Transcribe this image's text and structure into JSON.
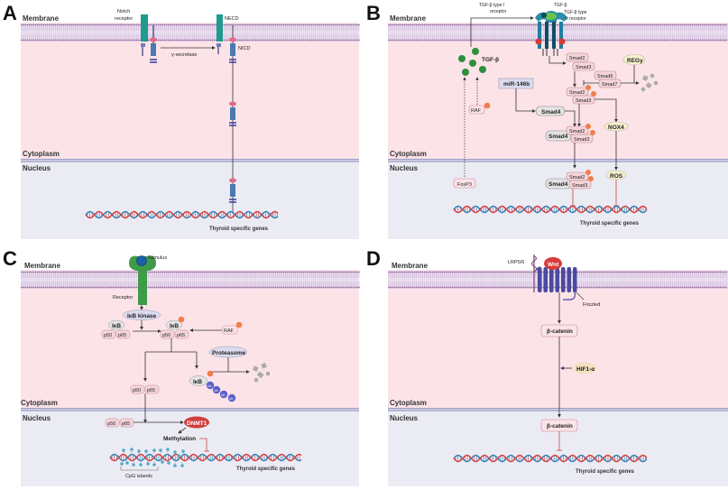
{
  "figure": {
    "panels": [
      {
        "id": "A",
        "title": "Notch signaling",
        "regions": {
          "membrane": "Membrane",
          "cytoplasm": "Cytoplasm",
          "nucleus": "Nucleus"
        },
        "labels": {
          "notch_receptor_1": "Notch",
          "notch_receptor_2": "receptor",
          "gamma_secretase": "γ-secretase",
          "necd": "NECD",
          "nicd": "NICD",
          "genes": "Thyroid specific genes"
        }
      },
      {
        "id": "B",
        "title": "TGF-β signaling",
        "regions": {
          "membrane": "Membrane",
          "cytoplasm": "Cytoplasm",
          "nucleus": "Nucleus"
        },
        "labels": {
          "tgfb_type1_1": "TGF-β type I",
          "tgfb_type1_2": "receptor",
          "tgfb_top": "TGF-β",
          "tgfb_type2_1": "TGF-β type",
          "tgfb_type2_2": "II receptor",
          "tgfb_ligand": "TGF-β",
          "smad2": "Smad2",
          "smad3": "Smad3",
          "smad6": "Smad6",
          "smad7": "Smad7",
          "smad4": "Smad4",
          "regy": "REGγ",
          "mir146b": "miR-146b",
          "raf": "RAF",
          "nox4": "NOX4",
          "ros": "ROS",
          "foxp3": "FoxP3",
          "phospho": "P",
          "genes": "Thyroid specific genes"
        }
      },
      {
        "id": "C",
        "title": "NF-κB signaling",
        "regions": {
          "membrane": "Membrane",
          "cytoplasm": "Cytoplasm",
          "nucleus": "Nucleus"
        },
        "labels": {
          "stimulus": "Stimulus",
          "receptor": "Receptor",
          "ikb_kinase": "IκB kinase",
          "ikb": "IκB",
          "p50": "p50",
          "p65": "p65",
          "raf": "RAF",
          "proteasome": "Proteasome",
          "ub": "Ub",
          "dnmt1": "DNMT1",
          "methylation": "Methylation",
          "cpg": "CpG islands",
          "phospho": "P",
          "genes": "Thyroid specific genes"
        }
      },
      {
        "id": "D",
        "title": "Wnt/β-catenin signaling",
        "regions": {
          "membrane": "Membrane",
          "cytoplasm": "Cytoplasm",
          "nucleus": "Nucleus"
        },
        "labels": {
          "lrp": "LRP5/6",
          "wnt": "Wnt",
          "frizzled": "Frizzled",
          "bcatenin": "β-catenin",
          "hif": "HIF1-α",
          "genes": "Thyroid specific genes"
        }
      }
    ],
    "colors": {
      "cytoplasm": "#fbe3e8",
      "nucleus": "#ebebf4",
      "membrane_head": "#9a6a9e",
      "membrane_tail": "#e9dcee",
      "nuclear_envelope": "#9b9cc4",
      "dna_red": "#d63b3b",
      "dna_blue": "#2f7fb3",
      "phospho": "#f07e4b",
      "notch": "#1e9a8e",
      "frizzled": "#4b4aa0",
      "wnt": "#d83a3a",
      "ub": "#5a5fc8",
      "dnmt1": "#cf3f3f"
    }
  }
}
